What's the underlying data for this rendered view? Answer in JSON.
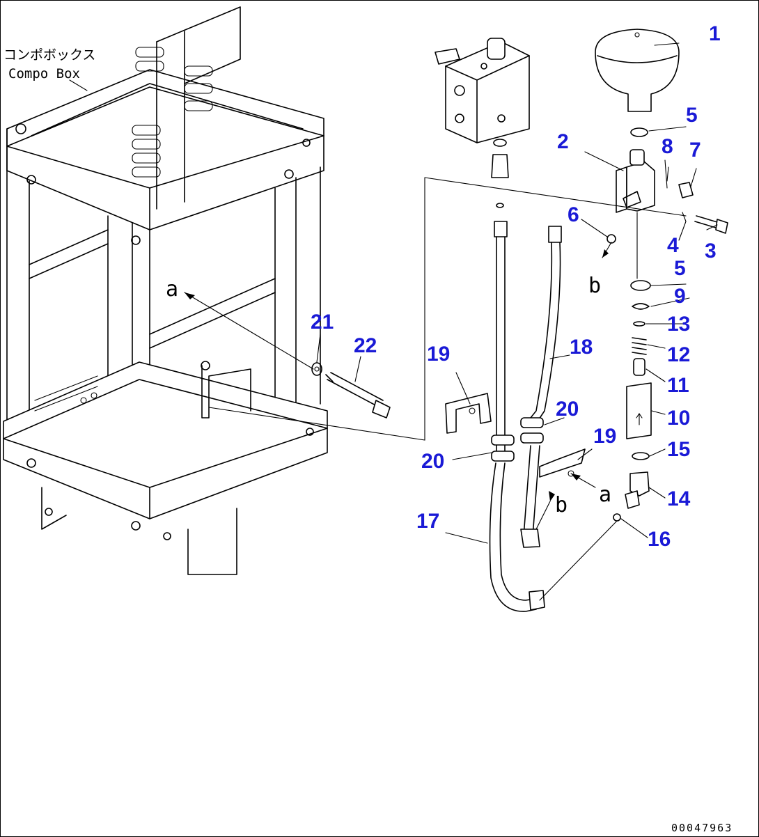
{
  "diagram": {
    "header_label_jp": "コンポボックス",
    "header_label_en": "Compo Box",
    "drawing_code": "00047963",
    "view_markers": {
      "a": "a",
      "b": "b"
    },
    "part_numbers": [
      "1",
      "2",
      "3",
      "4",
      "5",
      "5",
      "6",
      "7",
      "8",
      "9",
      "10",
      "11",
      "12",
      "13",
      "14",
      "15",
      "16",
      "17",
      "18",
      "19",
      "19",
      "20",
      "20",
      "21",
      "22"
    ],
    "colors": {
      "callout": "#1a1ad6",
      "line": "#000000"
    }
  }
}
